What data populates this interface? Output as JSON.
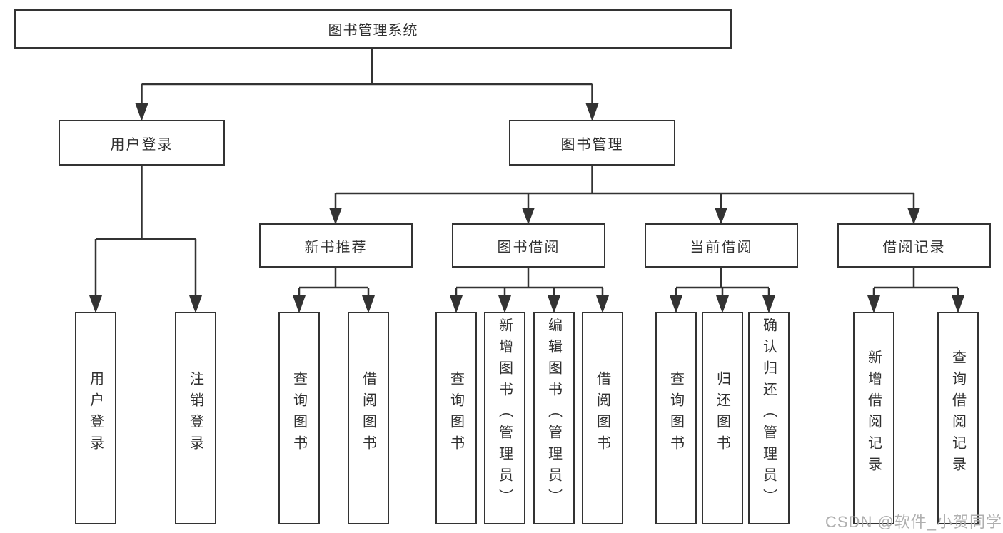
{
  "tree": {
    "root": "图书管理系统",
    "user_login": {
      "label": "用户登录",
      "children": [
        "用户登录",
        "注销登录"
      ]
    },
    "book_management": {
      "label": "图书管理",
      "sections": [
        {
          "label": "新书推荐",
          "children": [
            "查询图书",
            "借阅图书"
          ]
        },
        {
          "label": "图书借阅",
          "children": [
            "查询图书",
            "新增图书（管理员）",
            "编辑图书（管理员）",
            "借阅图书"
          ]
        },
        {
          "label": "当前借阅",
          "children": [
            "查询图书",
            "归还图书",
            "确认归还（管理员）"
          ]
        },
        {
          "label": "借阅记录",
          "children": [
            "新增借阅记录",
            "查询借阅记录"
          ]
        }
      ]
    }
  },
  "watermark": "CSDN @软件_小贺同学",
  "colors": {
    "line": "#333333",
    "text": "#303030",
    "watermark": "#ababab"
  }
}
